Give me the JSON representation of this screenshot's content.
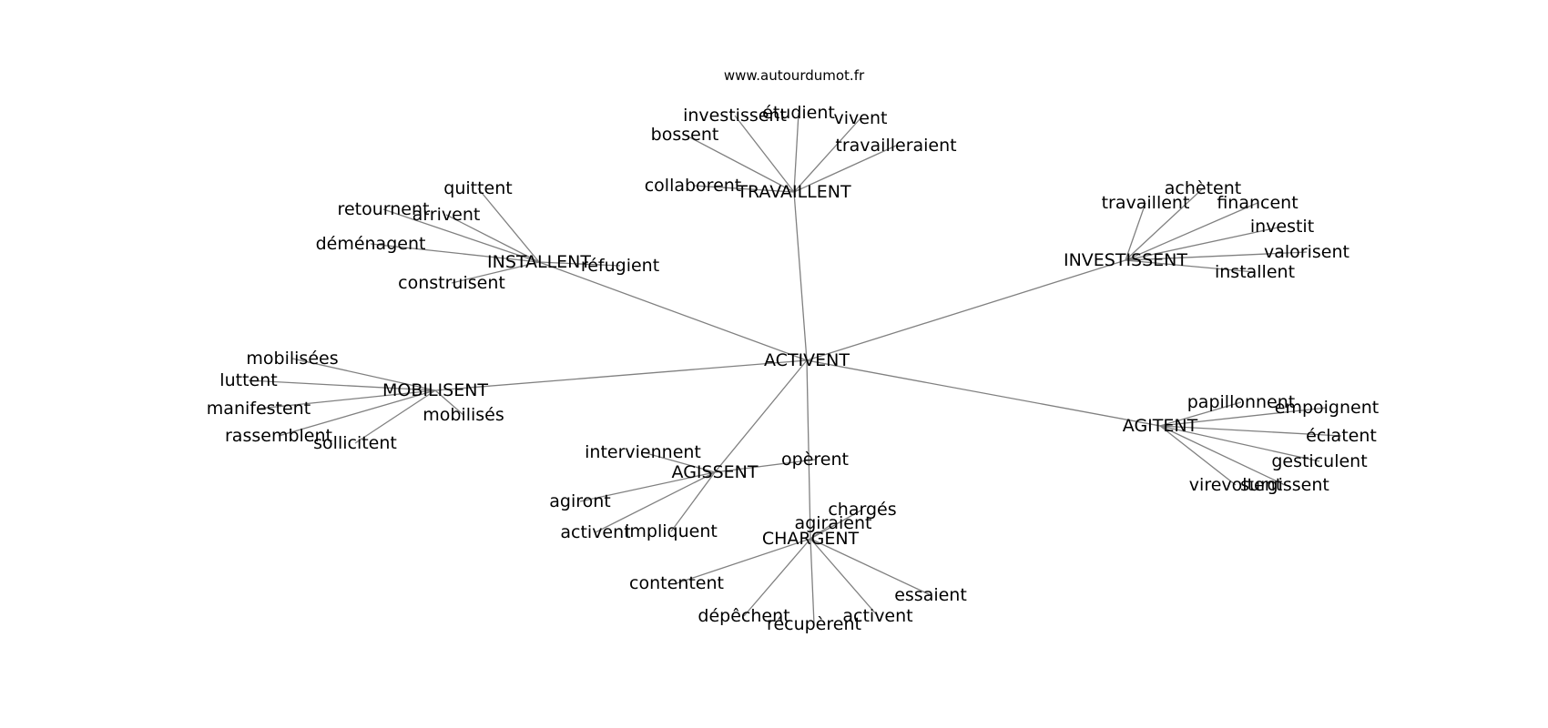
{
  "watermark": "www.autourdumot.fr",
  "graph": {
    "center": "ACTIVENT",
    "groups": [
      {
        "hub": "TRAVAILLENT",
        "leaves": [
          "investissent",
          "étudient",
          "vivent",
          "bossent",
          "travailleraient",
          "collaborent"
        ]
      },
      {
        "hub": "INSTALLENT",
        "leaves": [
          "quittent",
          "retournent",
          "arrivent",
          "déménagent",
          "réfugient",
          "construisent"
        ]
      },
      {
        "hub": "INVESTISSENT",
        "leaves": [
          "achètent",
          "travaillent",
          "financent",
          "investit",
          "valorisent",
          "installent"
        ]
      },
      {
        "hub": "MOBILISENT",
        "leaves": [
          "mobilisées",
          "luttent",
          "manifestent",
          "rassemblent",
          "sollicitent",
          "mobilisés"
        ]
      },
      {
        "hub": "AGITENT",
        "leaves": [
          "papillonnent",
          "empoignent",
          "éclatent",
          "gesticulent",
          "virevoltent",
          "surgissent"
        ]
      },
      {
        "hub": "AGISSENT",
        "leaves": [
          "interviennent",
          "opèrent",
          "agiront",
          "activent",
          "impliquent"
        ]
      },
      {
        "hub": "CHARGENT",
        "leaves": [
          "chargés",
          "agiraient",
          "contentent",
          "essaient",
          "dépêchent",
          "récupèrent",
          "activent"
        ]
      }
    ]
  }
}
